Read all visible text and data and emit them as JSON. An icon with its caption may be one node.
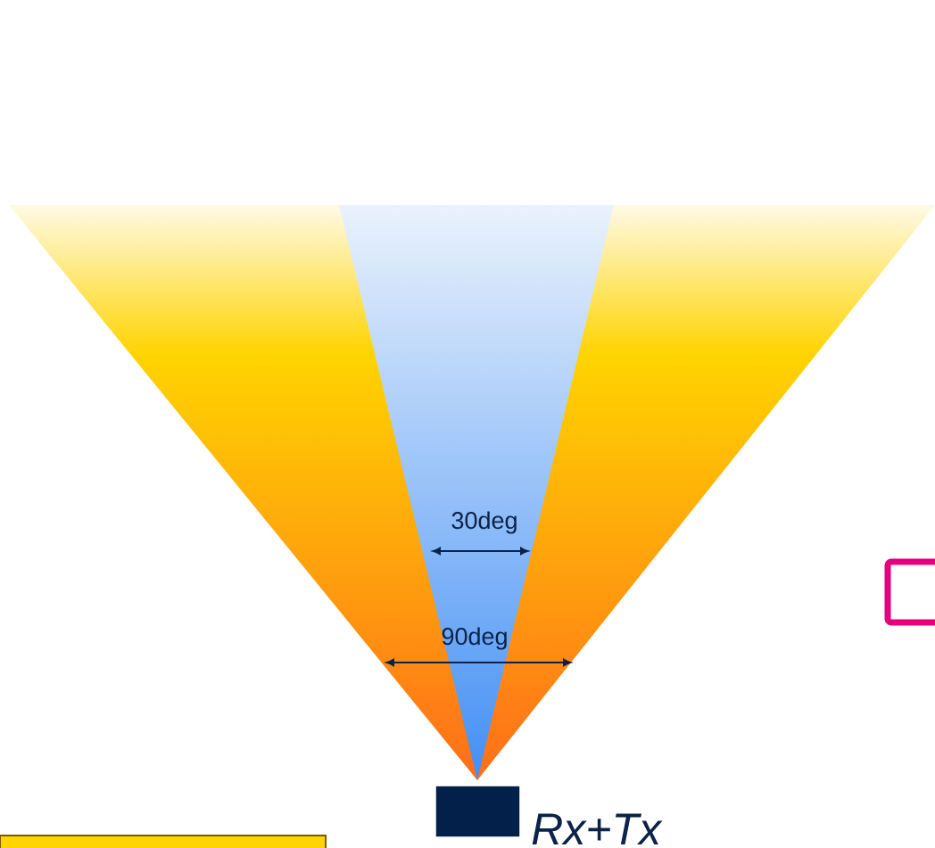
{
  "diagram": {
    "nodes": [
      {
        "text": [],
        "shape": "box",
        "beside": [
          "Rx+Tx"
        ]
      },
      {
        "text": [],
        "shape": "box"
      },
      {
        "text": [],
        "shape": "box"
      }
    ],
    "labels": [
      "30deg",
      "90deg"
    ]
  }
}
